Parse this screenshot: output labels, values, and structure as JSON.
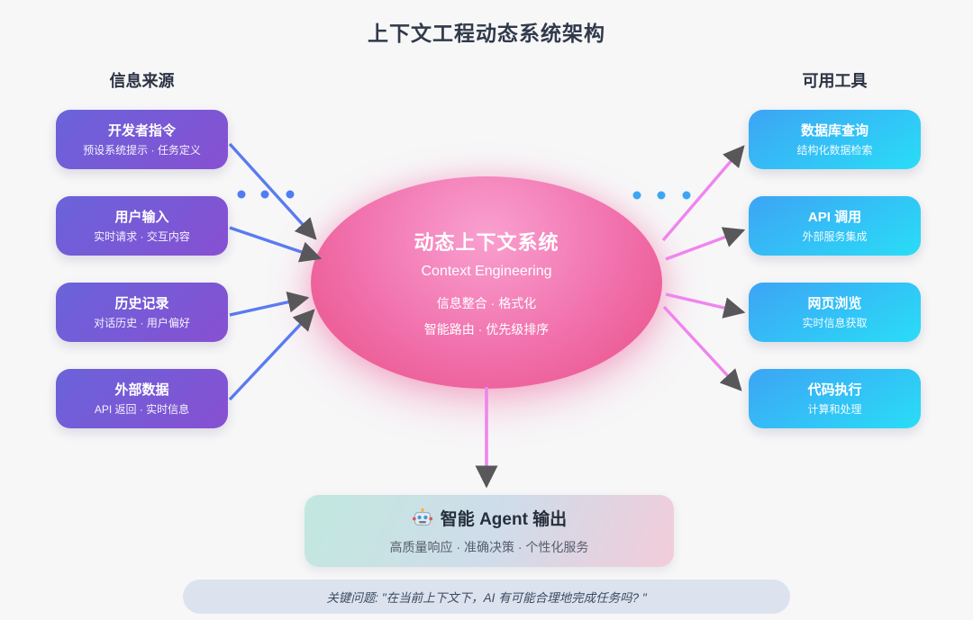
{
  "page": {
    "title": "上下文工程动态系统架构"
  },
  "sources": {
    "header": "信息来源",
    "items": [
      {
        "title": "开发者指令",
        "subtitle": "预设系统提示 · 任务定义"
      },
      {
        "title": "用户输入",
        "subtitle": "实时请求 · 交互内容"
      },
      {
        "title": "历史记录",
        "subtitle": "对话历史 · 用户偏好"
      },
      {
        "title": "外部数据",
        "subtitle": "API 返回 · 实时信息"
      }
    ]
  },
  "tools": {
    "header": "可用工具",
    "items": [
      {
        "title": "数据库查询",
        "subtitle": "结构化数据检索"
      },
      {
        "title": "API 调用",
        "subtitle": "外部服务集成"
      },
      {
        "title": "网页浏览",
        "subtitle": "实时信息获取"
      },
      {
        "title": "代码执行",
        "subtitle": "计算和处理"
      }
    ]
  },
  "hub": {
    "title": "动态上下文系统",
    "subtitle": "Context Engineering",
    "line1": "信息整合 · 格式化",
    "line2": "智能路由 · 优先级排序"
  },
  "output": {
    "icon": "robot-emoji 🤖",
    "title": "智能 Agent 输出",
    "subtitle": "高质量响应 · 准确决策 · 个性化服务"
  },
  "footer": {
    "question": "关键问题: \"在当前上下文下，AI 有可能合理地完成任务吗? \""
  },
  "colors": {
    "background": "#f7f7f8",
    "title_text": "#313a4b",
    "source_gradient_start": "#6a63da",
    "source_gradient_end": "#8750d2",
    "tool_gradient_start": "#3da4f5",
    "tool_gradient_end": "#29ddf6",
    "hub_gradient_inner": "#f9a0cf",
    "hub_gradient_outer": "#e94e84",
    "arrow_in_line": "#5a7bf0",
    "arrow_out_line": "#ef85ee",
    "arrowhead": "#58585a",
    "dots_left": "#4f7cf3",
    "dots_right": "#3da6f3",
    "output_gradient": "#c2e8df → #f3ccd9",
    "pill_background": "#dce3ee"
  }
}
